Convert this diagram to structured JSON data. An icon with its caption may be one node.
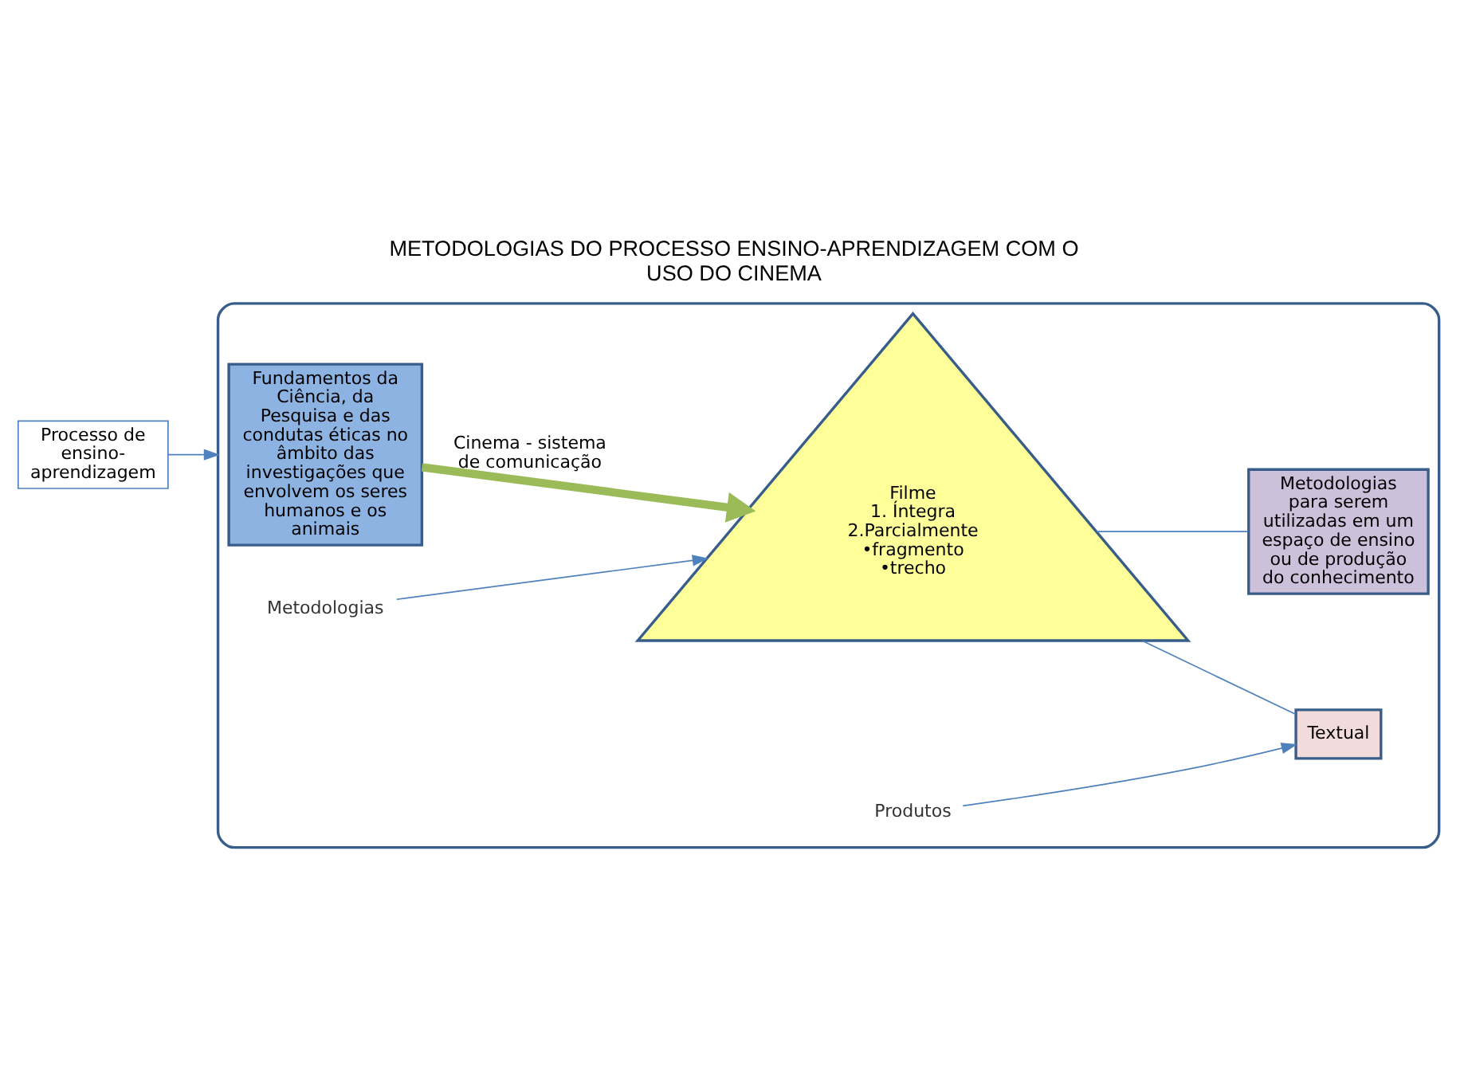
{
  "diagram": {
    "title": "METODOLOGIAS DO PROCESSO ENSINO-APRENDIZAGEM COM O USO DO CINEMA",
    "nodes": [
      {
        "text": [
          "Processo de ensino-aprendizagem"
        ]
      },
      {
        "text": [],
        "shape": "ellipse"
      },
      {
        "text": [
          "Fundamentos da Ciência, da Pesquisa e das condutas éticas no âmbito das investigações que envolvem os seres humanos e os animais"
        ],
        "in": 1
      },
      {
        "text": [
          "Metodologias"
        ],
        "in": 1
      },
      {
        "text": [
          "Filme",
          "1. Íntegra",
          "2.Parcialmente",
          "•fragmento",
          "•trecho"
        ],
        "in": 1
      },
      {
        "text": [
          "Produtos"
        ],
        "in": 1
      },
      {
        "text": [
          "Textual"
        ],
        "in": 1
      },
      {
        "text": [
          "Metodologias para serem utilizadas em um espaço de ensino ou de produção do conhecimento"
        ],
        "in": 1
      }
    ],
    "edges": [
      {
        "from": 0,
        "to": 1,
        "arrow": "to"
      },
      {
        "from": 2,
        "to": 4,
        "arrow": "to",
        "label": "Cinema - sistema de comunicação",
        "style": "thick",
        "color": "#9bbb59"
      },
      {
        "from": 3,
        "to": 4,
        "arrow": "to"
      },
      {
        "from": 5,
        "to": 6,
        "arrow": "to"
      },
      {
        "from": 4,
        "to": 6,
        "arrow": "none"
      },
      {
        "from": 4,
        "to": 7,
        "arrow": "none"
      }
    ]
  }
}
